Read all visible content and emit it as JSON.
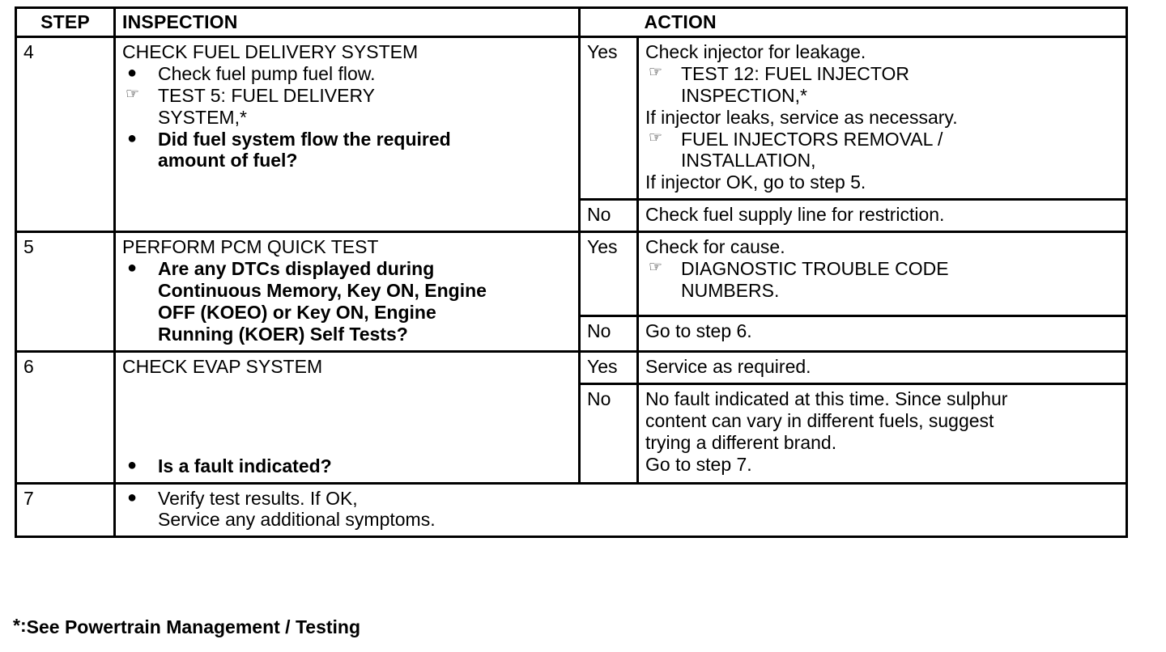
{
  "document": {
    "type": "diagnostic-procedure-table",
    "footnote": "*: See Powertrain Management / Testing",
    "footnote_marker": "*:",
    "footnote_text": "See Powertrain Management / Testing"
  },
  "icons": {
    "hand_pointer": "☞",
    "bullet": "●"
  },
  "table": {
    "headers": {
      "step": "STEP",
      "inspection": "INSPECTION",
      "action": "ACTION"
    },
    "rows": [
      {
        "step": "4",
        "inspection": {
          "title": "CHECK FUEL DELIVERY SYSTEM",
          "items": [
            {
              "marker": "bullet",
              "text": "Check fuel pump fuel flow.",
              "bold": false
            },
            {
              "marker": "hand",
              "text": "TEST 5: FUEL DELIVERY\nSYSTEM,*",
              "bold": false
            },
            {
              "marker": "bullet",
              "text": "Did fuel system flow the required\namount of fuel?",
              "bold": true
            }
          ]
        },
        "outcomes": [
          {
            "answer": "Yes",
            "lines": [
              {
                "kind": "text",
                "text": "Check injector for leakage."
              },
              {
                "kind": "item",
                "marker": "hand",
                "text": "TEST 12: FUEL INJECTOR\nINSPECTION,*"
              },
              {
                "kind": "text",
                "text": "If injector leaks, service as necessary."
              },
              {
                "kind": "item",
                "marker": "hand",
                "text": "FUEL INJECTORS REMOVAL /\nINSTALLATION,"
              },
              {
                "kind": "text",
                "text": "If injector OK, go to step 5."
              }
            ]
          },
          {
            "answer": "No",
            "lines": [
              {
                "kind": "text",
                "text": "Check fuel supply line for restriction."
              }
            ]
          }
        ]
      },
      {
        "step": "5",
        "inspection": {
          "title": "PERFORM PCM QUICK TEST",
          "items": [
            {
              "marker": "bullet",
              "text": "Are any DTCs displayed during\nContinuous Memory, Key ON, Engine\nOFF (KOEO) or Key ON, Engine\nRunning (KOER) Self Tests?",
              "bold": true
            }
          ]
        },
        "outcomes": [
          {
            "answer": "Yes",
            "lines": [
              {
                "kind": "text",
                "text": "Check for cause."
              },
              {
                "kind": "item",
                "marker": "hand",
                "text": "DIAGNOSTIC TROUBLE CODE\nNUMBERS."
              }
            ]
          },
          {
            "answer": "No",
            "lines": [
              {
                "kind": "text",
                "text": "Go to step 6."
              }
            ]
          }
        ]
      },
      {
        "step": "6",
        "inspection": {
          "title": "CHECK EVAP SYSTEM",
          "items": [
            {
              "marker": "bullet",
              "text": "Is a fault indicated?",
              "bold": true
            }
          ]
        },
        "outcomes": [
          {
            "answer": "Yes",
            "lines": [
              {
                "kind": "text",
                "text": "Service as required."
              }
            ]
          },
          {
            "answer": "No",
            "lines": [
              {
                "kind": "text",
                "text": "No fault indicated at this time. Since sulphur\ncontent can vary in different fuels, suggest\ntrying a different brand."
              },
              {
                "kind": "text",
                "text": "Go to step 7."
              }
            ]
          }
        ]
      },
      {
        "step": "7",
        "inspection": {
          "title": "",
          "items": [
            {
              "marker": "bullet",
              "text": "Verify test results. If OK,\nService any additional symptoms.",
              "bold": false
            }
          ]
        },
        "outcomes": []
      }
    ]
  }
}
